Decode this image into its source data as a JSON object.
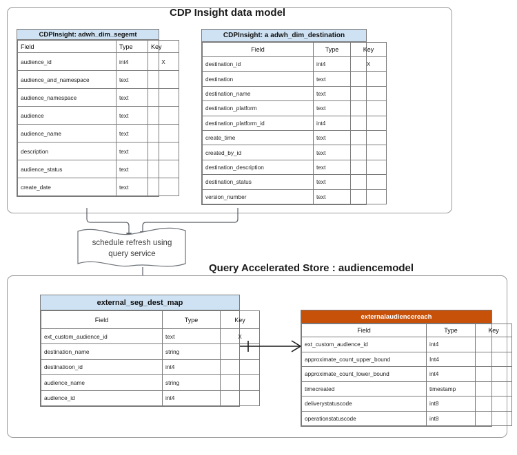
{
  "diagram": {
    "top_section_title": "CDP Insight data model",
    "bottom_section_title": "Query Accelerated Store : audiencemodel",
    "process_label_line1": "schedule refresh using",
    "process_label_line2": "query service",
    "colors": {
      "header_blue": "#CFE2F3",
      "header_orange": "#C85109",
      "border_gray": "#7A7A7A",
      "container_border": "#9A9A9A",
      "text": "#222222"
    }
  },
  "entities": {
    "segment": {
      "title": "CDPInsight: adwh_dim_segemt",
      "header_style": "blue",
      "columns": [
        "Field",
        "Type",
        "Key"
      ],
      "rows": [
        {
          "field": "audience_id",
          "type": "int4",
          "key": "X"
        },
        {
          "field": "audience_and_namespace",
          "type": "text",
          "key": ""
        },
        {
          "field": "audience_namespace",
          "type": "text",
          "key": ""
        },
        {
          "field": "audience",
          "type": "text",
          "key": ""
        },
        {
          "field": "audience_name",
          "type": "text",
          "key": ""
        },
        {
          "field": "description",
          "type": "text",
          "key": ""
        },
        {
          "field": "audience_status",
          "type": "text",
          "key": ""
        },
        {
          "field": "create_date",
          "type": "text",
          "key": ""
        }
      ]
    },
    "destination": {
      "title": "CDPInsight: a adwh_dim_destination",
      "header_style": "blue",
      "columns": [
        "Field",
        "Type",
        "Key"
      ],
      "rows": [
        {
          "field": "destination_id",
          "type": "int4",
          "key": "X"
        },
        {
          "field": "destination",
          "type": "text",
          "key": ""
        },
        {
          "field": "destination_name",
          "type": "text",
          "key": ""
        },
        {
          "field": "destination_platform",
          "type": "text",
          "key": ""
        },
        {
          "field": "destination_platform_id",
          "type": "int4",
          "key": ""
        },
        {
          "field": "create_time",
          "type": "text",
          "key": ""
        },
        {
          "field": "created_by_id",
          "type": "text",
          "key": ""
        },
        {
          "field": "destination_description",
          "type": "text",
          "key": ""
        },
        {
          "field": "destination_status",
          "type": "text",
          "key": ""
        },
        {
          "field": "version_number",
          "type": "text",
          "key": ""
        }
      ]
    },
    "seg_dest_map": {
      "title": "external_seg_dest_map",
      "header_style": "blue",
      "columns": [
        "Field",
        "Type",
        "Key"
      ],
      "rows": [
        {
          "field": "ext_custom_audience_id",
          "type": "text",
          "key": "X"
        },
        {
          "field": "destination_name",
          "type": "string",
          "key": ""
        },
        {
          "field": "destinatioon_id",
          "type": "int4",
          "key": ""
        },
        {
          "field": "audience_name",
          "type": "string",
          "key": ""
        },
        {
          "field": "audience_id",
          "type": "int4",
          "key": ""
        }
      ]
    },
    "audience_reach": {
      "title": "externalaudiencereach",
      "header_style": "orange",
      "columns": [
        "Field",
        "Type",
        "Key"
      ],
      "rows": [
        {
          "field": "ext_custom_audience_id",
          "type": "int4",
          "key": ""
        },
        {
          "field": "approximate_count_upper_bound",
          "type": "Int4",
          "key": ""
        },
        {
          "field": "approximate_count_lower_bound",
          "type": "int4",
          "key": ""
        },
        {
          "field": "timecreated",
          "type": "timestamp",
          "key": ""
        },
        {
          "field": "deliverystatuscode",
          "type": "int8",
          "key": ""
        },
        {
          "field": "operationstatuscode",
          "type": "int8",
          "key": ""
        }
      ]
    }
  }
}
